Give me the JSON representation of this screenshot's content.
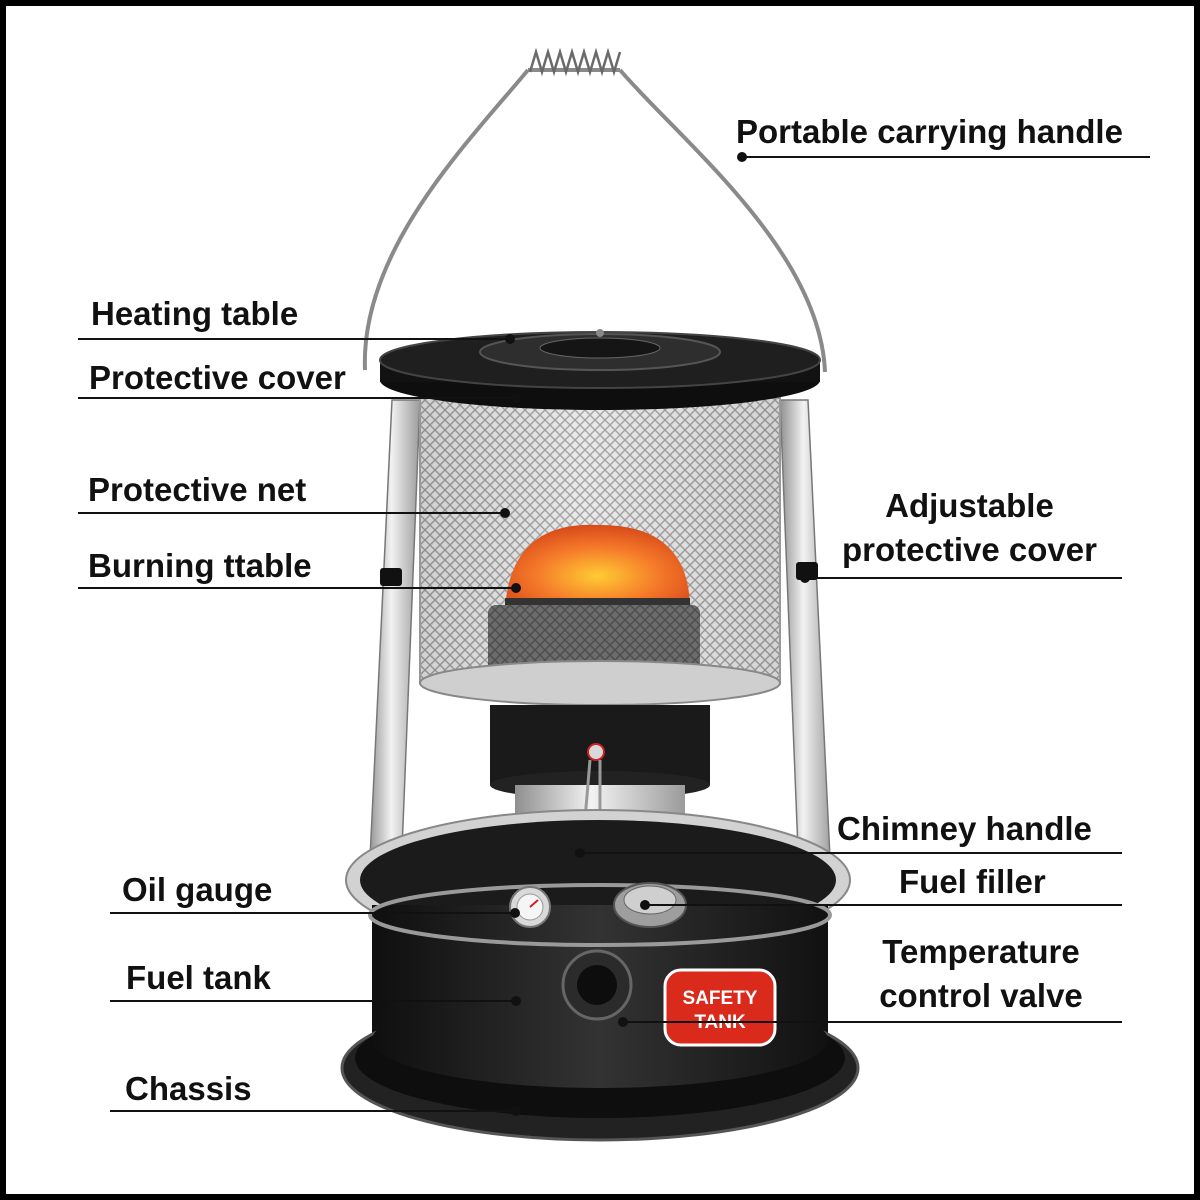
{
  "labels": {
    "portable_carrying_handle": "Portable carrying handle",
    "heating_table": "Heating table",
    "protective_cover": "Protective cover",
    "protective_net": "Protective net",
    "burning_table": "Burning ttable",
    "adjustable_protective_cover_line1": "Adjustable",
    "adjustable_protective_cover_line2": "protective cover",
    "chimney_handle": "Chimney handle",
    "oil_gauge": "Oil gauge",
    "fuel_filler": "Fuel filler",
    "fuel_tank": "Fuel tank",
    "temperature_control_valve_line1": "Temperature",
    "temperature_control_valve_line2": "control valve",
    "chassis": "Chassis"
  },
  "badge": {
    "line1": "SAFETY",
    "line2": "TANK"
  },
  "colors": {
    "frame": "#000000",
    "heater_body": "#1c1c1c",
    "chrome": "#c9c9c9",
    "flame": "#f06a2a",
    "badge_red": "#d92a1c"
  }
}
